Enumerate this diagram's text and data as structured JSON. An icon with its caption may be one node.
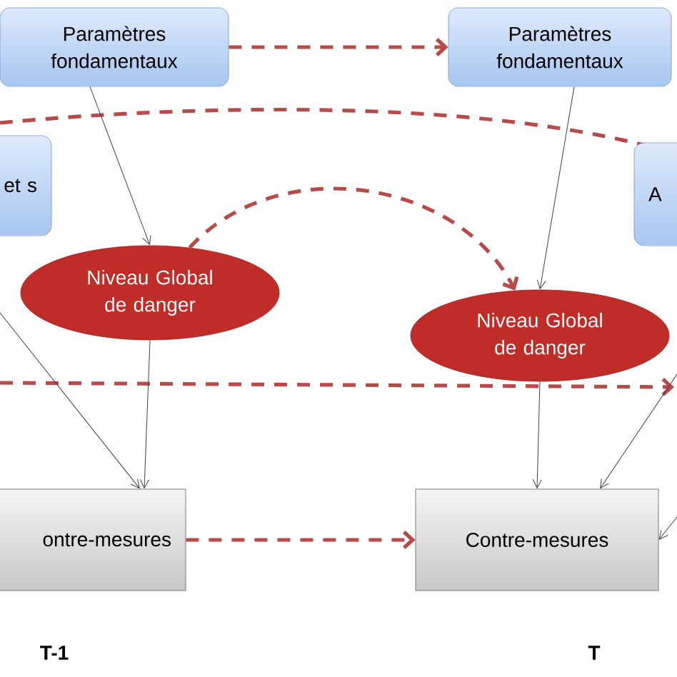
{
  "diagram": {
    "nodes": [
      {
        "text": [
          "Paramètres fondamentaux"
        ]
      },
      {
        "text": [
          "Paramètres fondamentaux"
        ]
      },
      {
        "text": [
          "et s"
        ]
      },
      {
        "text": [
          "A"
        ]
      },
      {
        "text": [
          "Niveau Global de danger"
        ]
      },
      {
        "text": [
          "Niveau Global de danger"
        ]
      },
      {
        "text": [
          "ontre-mesures"
        ]
      },
      {
        "text": [
          "Contre-mesures"
        ]
      }
    ],
    "edges": [
      {
        "from": 0,
        "to": 1,
        "arrow": "to",
        "style": "dashed",
        "color": "#b94a4a"
      },
      {
        "from": 0,
        "to": 4,
        "arrow": "to"
      },
      {
        "from": 1,
        "to": 5,
        "arrow": "to"
      },
      {
        "from": 4,
        "to": 5,
        "arrow": "to",
        "style": "dashed",
        "color": "#b94a4a"
      },
      {
        "from": 4,
        "to": 6,
        "arrow": "to"
      },
      {
        "from": 5,
        "to": 7,
        "arrow": "to"
      },
      {
        "from": 6,
        "to": 7,
        "arrow": "to",
        "style": "dashed",
        "color": "#b94a4a"
      },
      {
        "from": null,
        "to": 6,
        "arrow": "to"
      },
      {
        "from": null,
        "to": 7,
        "arrow": "to"
      },
      {
        "from": null,
        "to": 7,
        "arrow": "to"
      }
    ],
    "labels": [
      "T-1",
      "T"
    ]
  }
}
